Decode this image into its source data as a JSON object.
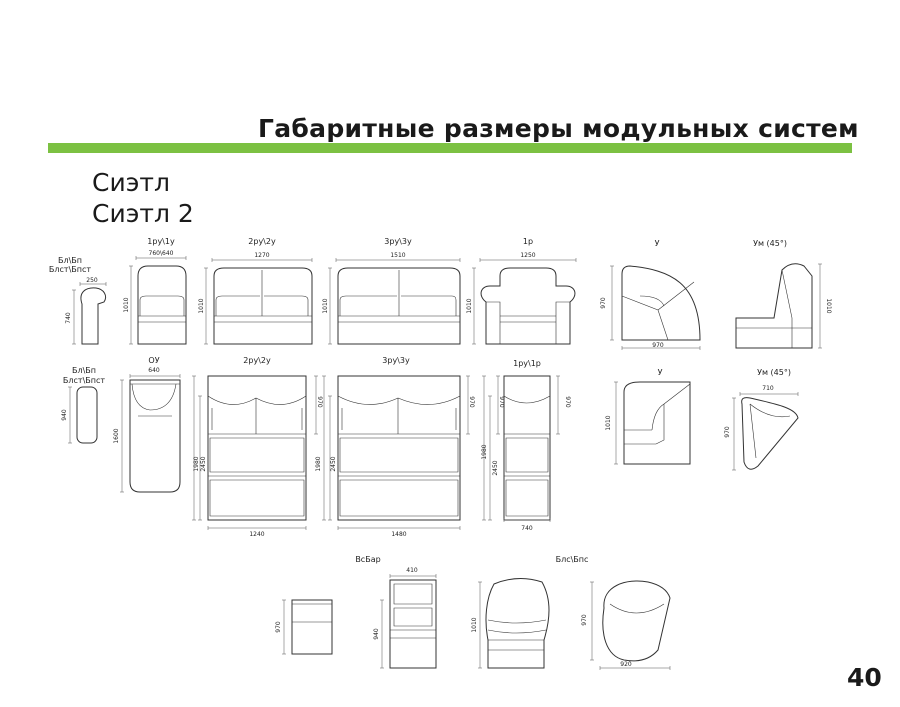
{
  "header": {
    "title": "Габаритные размеры модульных систем",
    "accent_color": "#7cc142"
  },
  "series_names": [
    "Сиэтл",
    "Сиэтл 2"
  ],
  "page_number": "40",
  "modules": {
    "bl_side": {
      "label_1": "Бл\\Бп",
      "label_2": "Блст\\Бпст",
      "width": "250",
      "height": "740"
    },
    "r1y": {
      "label": "1ру\\1у",
      "width": "760\\640",
      "height": "1010"
    },
    "r2y": {
      "label": "2ру\\2у",
      "width": "1270",
      "height": "1010"
    },
    "r3y": {
      "label": "3ру\\3у",
      "width": "1510",
      "height": "1010"
    },
    "r1p": {
      "label": "1р",
      "width": "1250",
      "height": "1010"
    },
    "y_top": {
      "label": "У",
      "width": "970",
      "height": "970"
    },
    "ym_side": {
      "label": "Ум (45°)",
      "height": "1010"
    },
    "bl_plan": {
      "label_1": "Бл\\Бп",
      "label_2": "Блст\\Бпст",
      "height": "940"
    },
    "oy": {
      "label": "ОУ",
      "width": "640",
      "height": "1600"
    },
    "p2y": {
      "label": "2ру\\2у",
      "back": "970",
      "h1": "1980",
      "h2": "2450",
      "width": "1240"
    },
    "p3y": {
      "label": "3ру\\3у",
      "back": "970",
      "h1": "1980",
      "h2": "2450",
      "width": "1480"
    },
    "p1ry": {
      "label": "1ру\\1р",
      "back_l": "970",
      "back_r": "970",
      "h1": "1980",
      "h2": "2450",
      "width": "740"
    },
    "y_front": {
      "label": "У",
      "height": "1010"
    },
    "ym_plan": {
      "label": "Ум (45°)",
      "width": "710",
      "height": "970"
    },
    "vsbar": {
      "label": "ВсБар",
      "side_h": "970",
      "width": "410",
      "front_h": "940"
    },
    "bls": {
      "label": "Блс\\Бпс",
      "front_h": "1010",
      "plan_h": "970",
      "width": "920"
    }
  }
}
